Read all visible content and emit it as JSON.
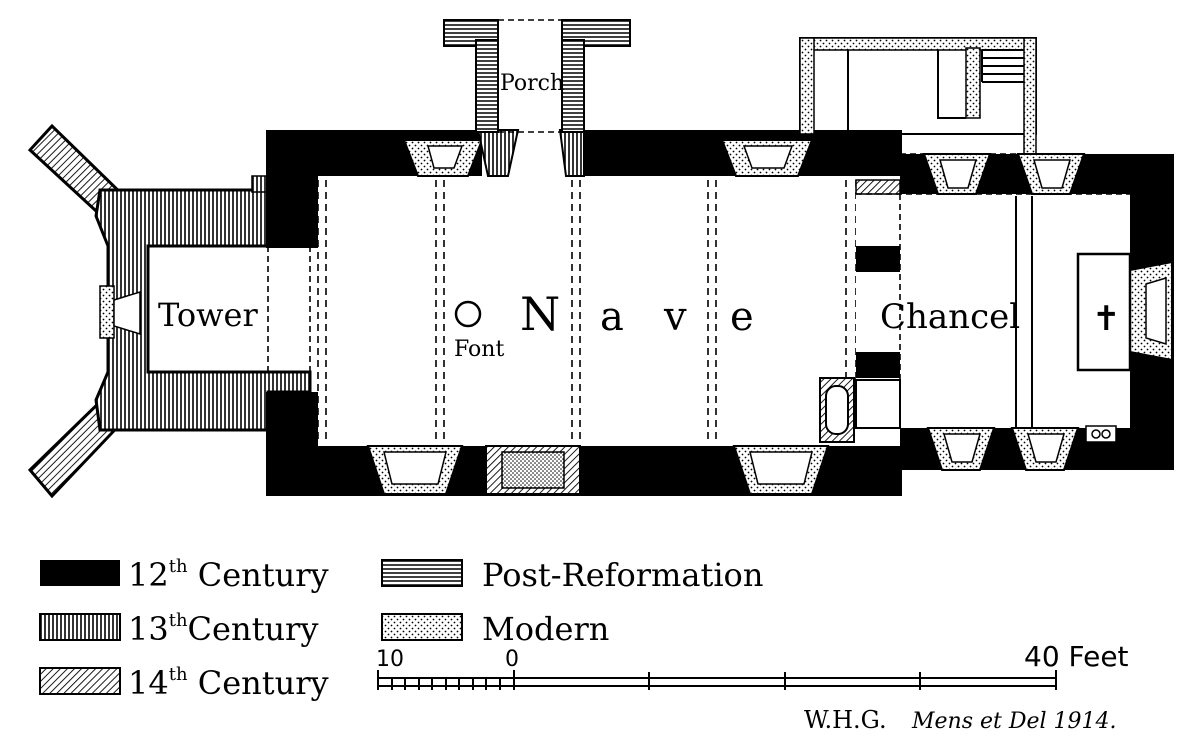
{
  "rooms": {
    "porch": "Porch",
    "tower": "Tower",
    "nave": [
      "N",
      "a",
      "v",
      "e"
    ],
    "font": "Font",
    "chancel": "Chancel",
    "altar_symbol": "✝"
  },
  "legend": [
    {
      "label": "12th Century",
      "base": "12",
      "sup": "th",
      "rest": " Century",
      "pattern": "solid-black"
    },
    {
      "label": "13th Century",
      "base": "13",
      "sup": "th",
      "rest": "Century",
      "pattern": "vertical-hatch"
    },
    {
      "label": "14th Century",
      "base": "14",
      "sup": "th",
      "rest": " Century",
      "pattern": "diagonal-hatch"
    },
    {
      "label": "Post-Reformation",
      "pattern": "horizontal-hatch"
    },
    {
      "label": "Modern",
      "pattern": "stipple"
    }
  ],
  "scale": {
    "left_label": "10",
    "zero_label": "0",
    "right_label": "40 Feet"
  },
  "credit": {
    "author": "W.H.G.",
    "note": "Mens et Del 1914."
  },
  "colors": {
    "ink": "#000000",
    "paper": "#ffffff"
  }
}
